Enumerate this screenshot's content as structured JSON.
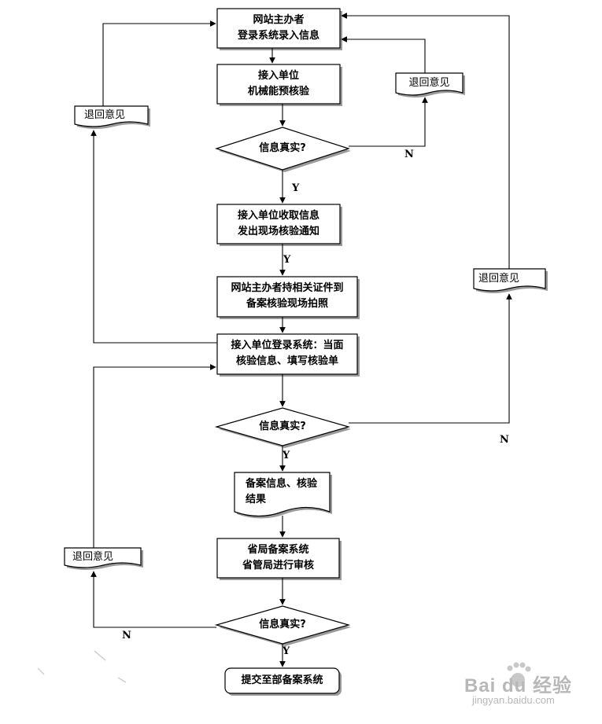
{
  "nodes": {
    "submit_info": [
      "网站主办者",
      "登录系统录入信息"
    ],
    "pre_verify": [
      "接入单位",
      "机械能预核验"
    ],
    "check1": "信息真实?",
    "receive_info": [
      "接入单位收取信息",
      "发出现场核验通知"
    ],
    "photo": [
      "网站主办者持相关证件到",
      "备案核验现场拍照"
    ],
    "onsite_verify": [
      "接入单位登录系统：当面",
      "核验信息、填写核验单"
    ],
    "check2": "信息真实?",
    "record_result": [
      "备案信息、核验",
      "结果"
    ],
    "province_review": [
      "省局备案系统",
      "省管局进行审核"
    ],
    "check3": "信息真实?",
    "submit_ministry": "提交至部备案系统"
  },
  "feedback": {
    "top_right": "退回意见",
    "left_upper": "退回意见",
    "right_middle": "退回意见",
    "left_lower": "退回意见"
  },
  "edge_labels": {
    "check1_no": "N",
    "check1_yes": "Y",
    "receive_yes": "Y",
    "check2_no": "N",
    "check2_yes": "Y",
    "check3_no": "N",
    "check3_yes": "Y"
  },
  "watermark": {
    "logo": "Bai du 经验",
    "url": "jingyan.baidu.com"
  },
  "colors": {
    "line": "#000000",
    "shadow": "#9a9a9a",
    "background": "#ffffff"
  }
}
